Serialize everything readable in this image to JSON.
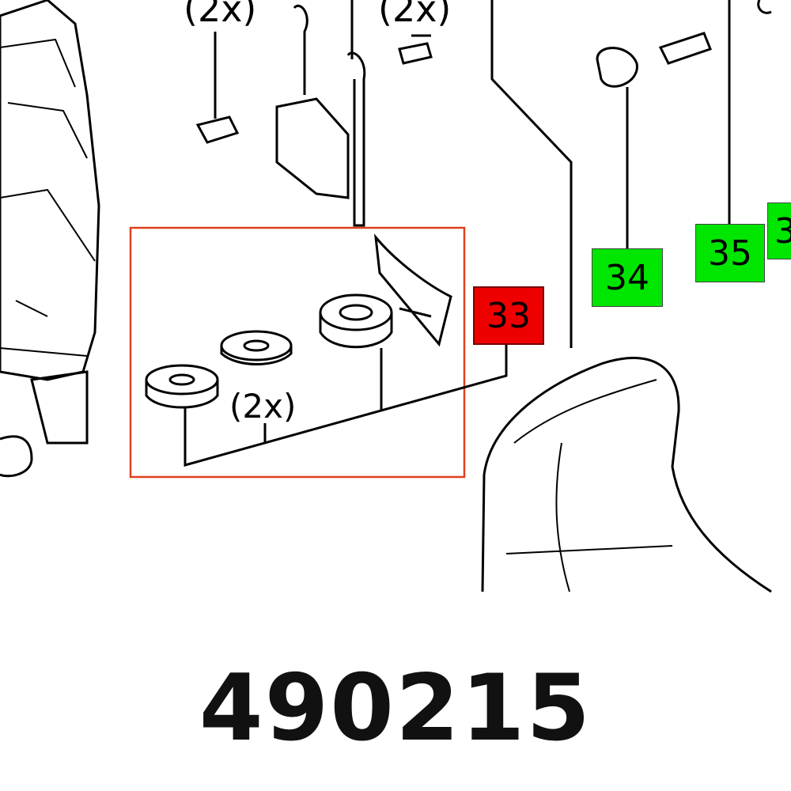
{
  "diagram": {
    "quantity_labels": [
      "(2x)",
      "(2x)",
      "(2x)"
    ],
    "callouts": [
      {
        "number": "33",
        "color": "#ee0000",
        "highlighted": true
      },
      {
        "number": "34",
        "color": "#00e600"
      },
      {
        "number": "35",
        "color": "#00e600"
      },
      {
        "number": "3",
        "color": "#00e600"
      }
    ],
    "highlight_box_color": "#e04020",
    "part_number": "490215"
  }
}
